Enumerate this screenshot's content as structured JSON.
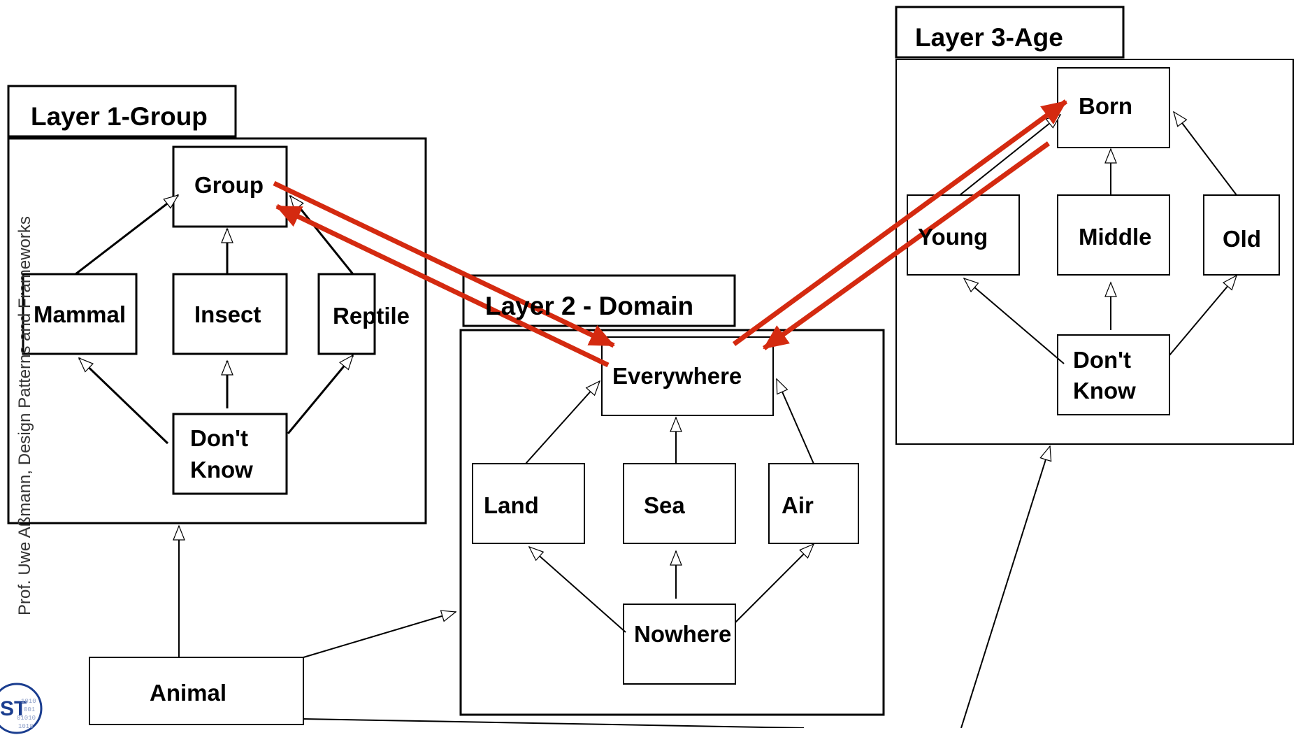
{
  "footer": {
    "author_text": "Prof. Uwe Aßmann, Design Patterns and Frameworks"
  },
  "logo": {
    "letters": "ST",
    "bits": "1010 001 01010 1010"
  },
  "layer1": {
    "title": "Layer 1-Group",
    "nodes": {
      "group": "Group",
      "mammal": "Mammal",
      "insect": "Insect",
      "reptile": "Reptile",
      "dont_know_1": "Don't",
      "dont_know_2": "Know"
    }
  },
  "layer2": {
    "title": "Layer 2 - Domain",
    "nodes": {
      "everywhere": "Everywhere",
      "land": "Land",
      "sea": "Sea",
      "air": "Air",
      "nowhere": "Nowhere"
    }
  },
  "layer3": {
    "title": "Layer 3-Age",
    "nodes": {
      "born": "Born",
      "young": "Young",
      "middle": "Middle",
      "old": "Old",
      "dont_know_1": "Don't",
      "dont_know_2": "Know"
    }
  },
  "root": {
    "label": "Animal"
  },
  "colors": {
    "line": "#000000",
    "highlight_arrow": "#d42a10",
    "logo": "#1a3d8f"
  }
}
